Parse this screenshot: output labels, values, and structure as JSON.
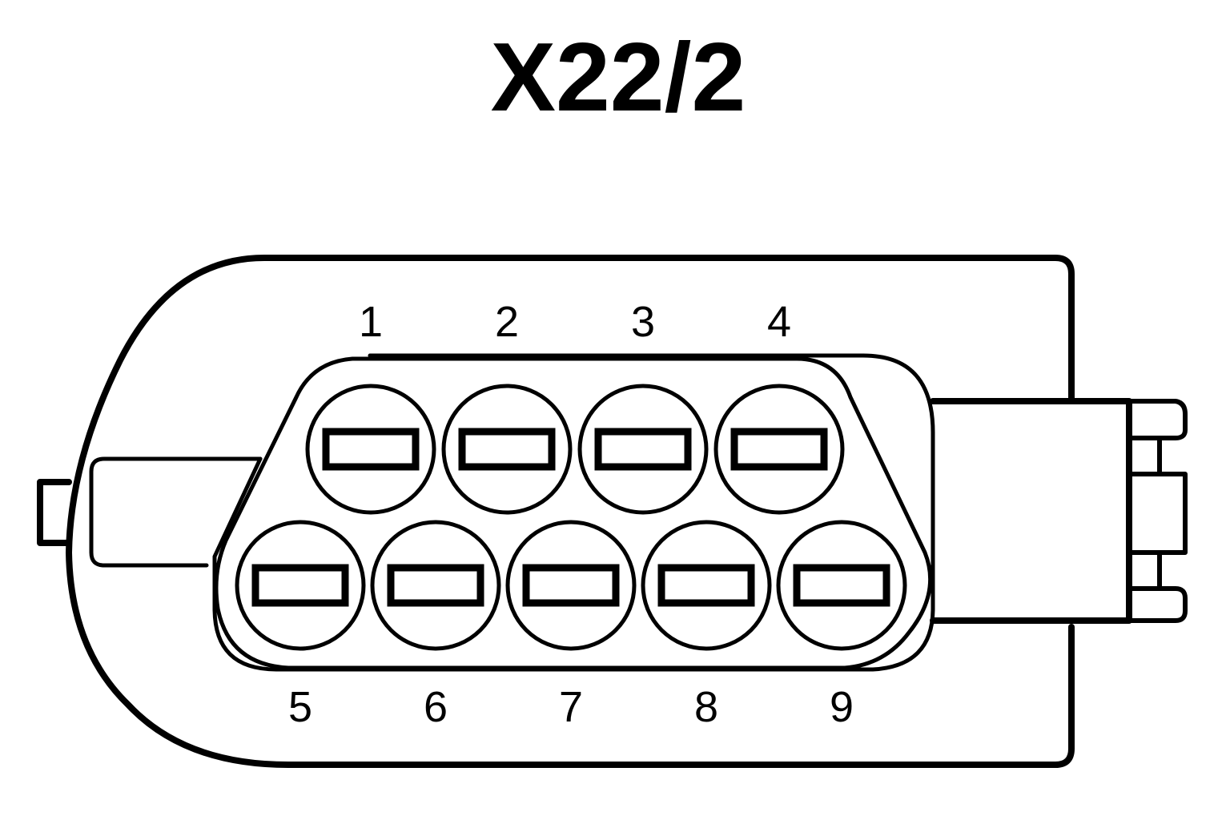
{
  "connector": {
    "title": "X22/2",
    "pins_top": [
      "1",
      "2",
      "3",
      "4"
    ],
    "pins_bottom": [
      "5",
      "6",
      "7",
      "8",
      "9"
    ]
  },
  "colors": {
    "line": "#000000",
    "background": "#ffffff"
  }
}
